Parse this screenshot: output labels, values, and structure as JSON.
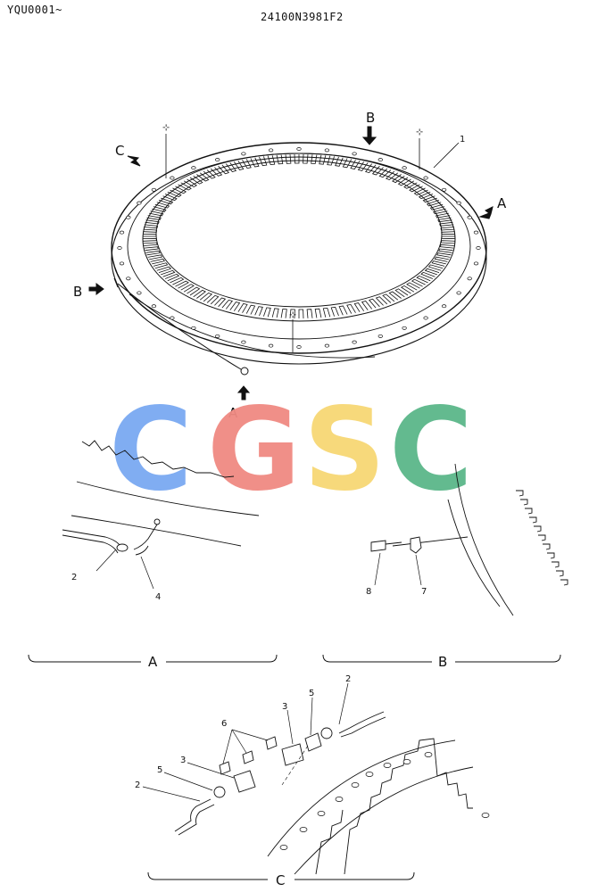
{
  "header": {
    "serial": "YQU0001~",
    "part_number": "24100N3981F2"
  },
  "view_arrows": [
    "A",
    "B",
    "C",
    "B",
    "A"
  ],
  "part_numbers": {
    "bearing": "1",
    "hose": "2",
    "connector": "3",
    "elbow": "4",
    "adapter": "5",
    "fitting": "6",
    "clip": "7",
    "bolt": "8"
  },
  "detail_views": {
    "a": "A",
    "b": "B",
    "c": "C"
  },
  "watermark": {
    "letters": [
      "C",
      "G",
      "S",
      "C"
    ],
    "colors": [
      "#7aa9f2",
      "#f08a82",
      "#f7d774",
      "#5bb78a"
    ]
  }
}
